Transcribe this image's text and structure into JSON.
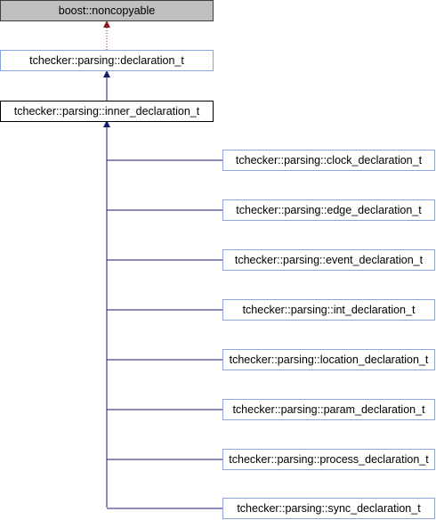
{
  "colors": {
    "edge": "#191970",
    "edge_private": "#8b1a1a",
    "external_fill": "#bfbfbf",
    "external_stroke": "#404040",
    "node_stroke": "#8ba6d6",
    "focus_stroke": "#000000",
    "node_fill": "#ffffff"
  },
  "nodes": {
    "noncopyable": {
      "label": "boost::noncopyable",
      "style": "external"
    },
    "declaration": {
      "label": "tchecker::parsing::declaration_t",
      "style": "normal"
    },
    "inner": {
      "label": "tchecker::parsing::inner_declaration_t",
      "style": "focus"
    },
    "clock": {
      "label": "tchecker::parsing::clock_declaration_t",
      "style": "normal"
    },
    "edge": {
      "label": "tchecker::parsing::edge_declaration_t",
      "style": "normal"
    },
    "event": {
      "label": "tchecker::parsing::event_declaration_t",
      "style": "normal"
    },
    "int": {
      "label": "tchecker::parsing::int_declaration_t",
      "style": "normal"
    },
    "location": {
      "label": "tchecker::parsing::location_declaration_t",
      "style": "normal"
    },
    "param": {
      "label": "tchecker::parsing::param_declaration_t",
      "style": "normal"
    },
    "process": {
      "label": "tchecker::parsing::process_declaration_t",
      "style": "normal"
    },
    "sync": {
      "label": "tchecker::parsing::sync_declaration_t",
      "style": "normal"
    }
  },
  "edges": [
    {
      "from": "declaration",
      "to": "noncopyable",
      "kind": "private"
    },
    {
      "from": "inner",
      "to": "declaration",
      "kind": "public"
    },
    {
      "from": "clock",
      "to": "inner",
      "kind": "public"
    },
    {
      "from": "edge",
      "to": "inner",
      "kind": "public"
    },
    {
      "from": "event",
      "to": "inner",
      "kind": "public"
    },
    {
      "from": "int",
      "to": "inner",
      "kind": "public"
    },
    {
      "from": "location",
      "to": "inner",
      "kind": "public"
    },
    {
      "from": "param",
      "to": "inner",
      "kind": "public"
    },
    {
      "from": "process",
      "to": "inner",
      "kind": "public"
    },
    {
      "from": "sync",
      "to": "inner",
      "kind": "public"
    }
  ]
}
